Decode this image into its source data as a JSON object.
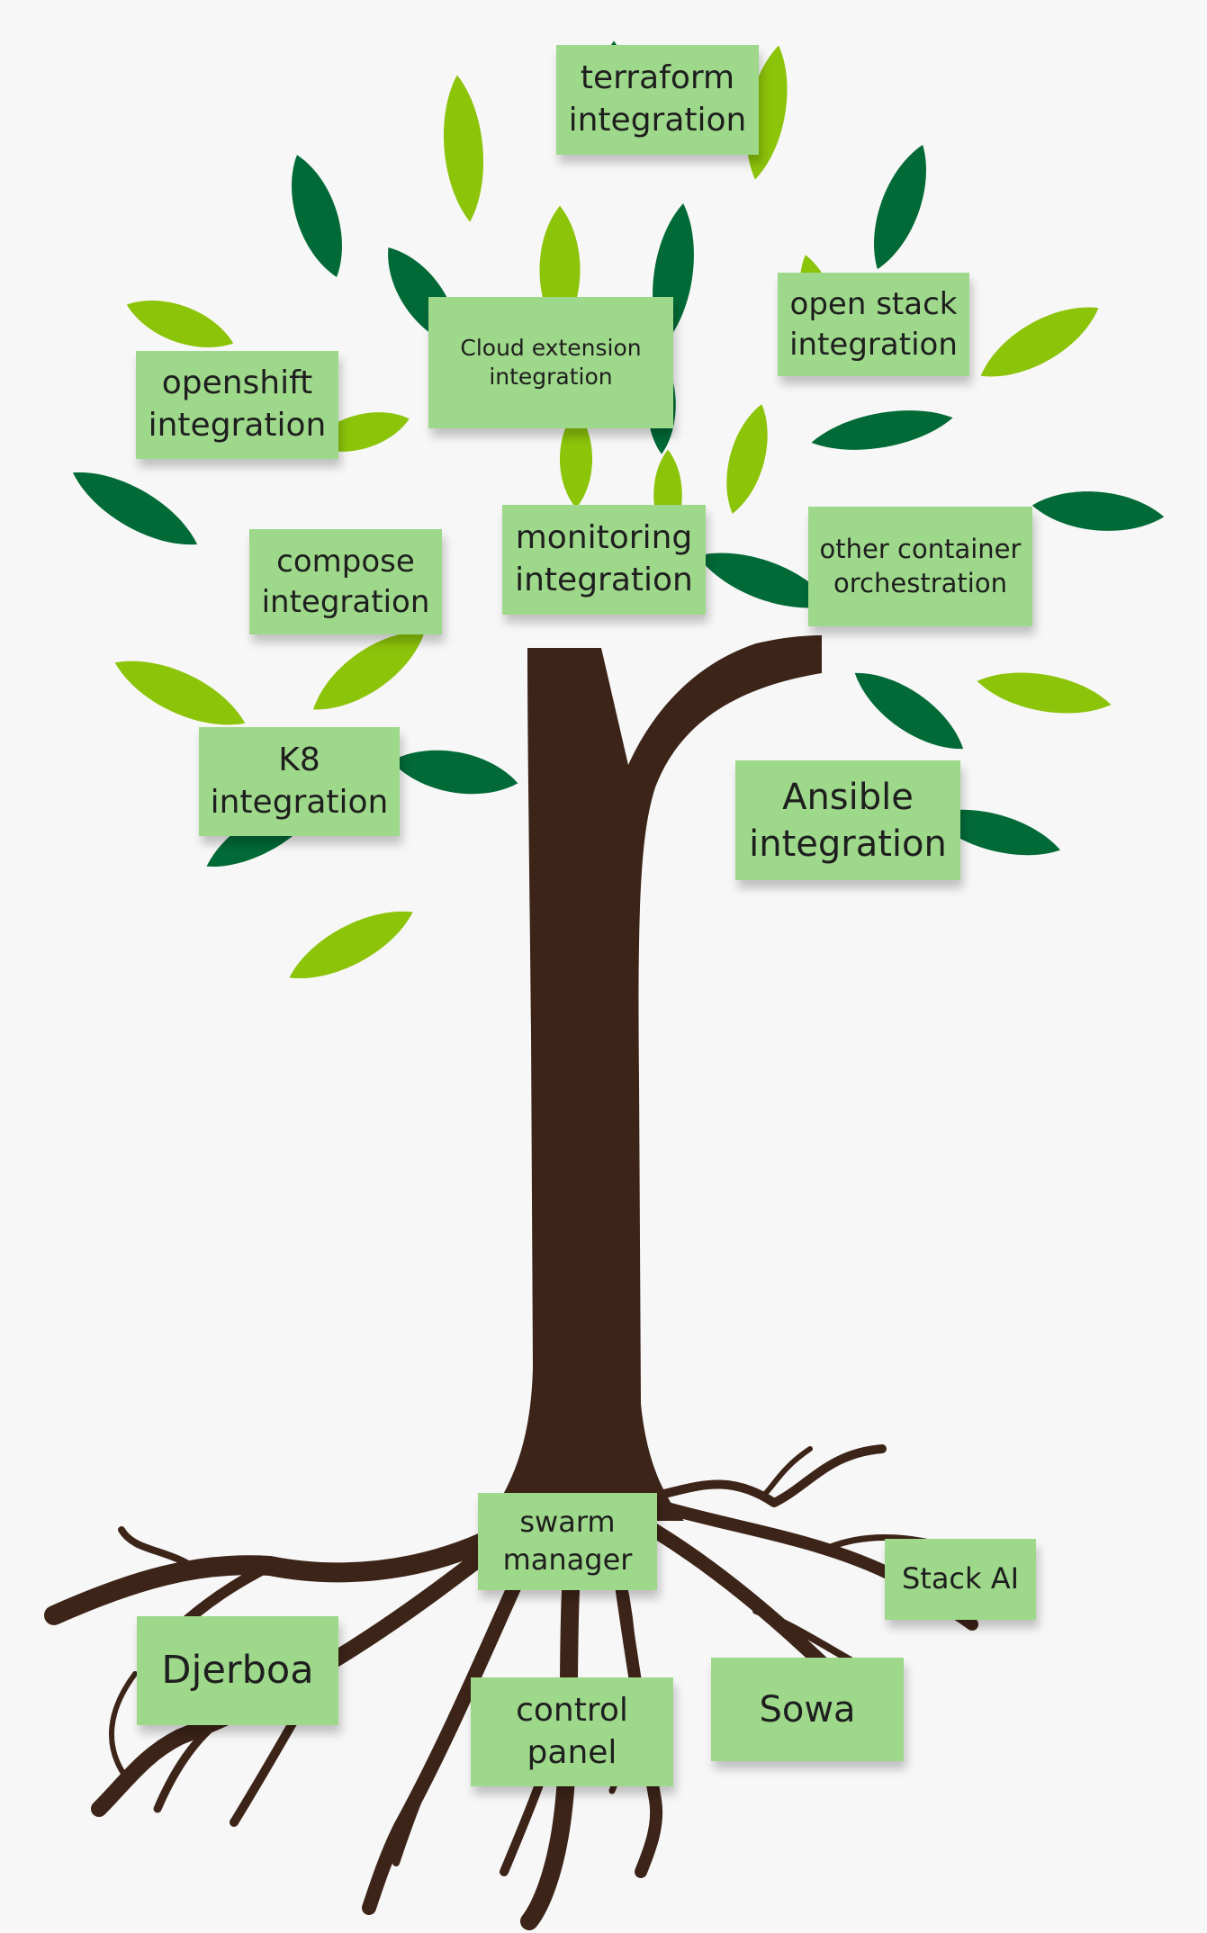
{
  "colors": {
    "background": "#f7f7f7",
    "trunk": "#3c2418",
    "leaf_dark": "#026a37",
    "leaf_light": "#8cc40a",
    "note": "#9ed88a"
  },
  "branch_notes": [
    {
      "id": "terraform",
      "label": "terraform\nintegration"
    },
    {
      "id": "cloud-extension",
      "label": "Cloud extension\nintegration"
    },
    {
      "id": "open-stack",
      "label": "open stack\nintegration"
    },
    {
      "id": "openshift",
      "label": "openshift\nintegration"
    },
    {
      "id": "compose",
      "label": "compose\nintegration"
    },
    {
      "id": "monitoring",
      "label": "monitoring\nintegration"
    },
    {
      "id": "other-container",
      "label": "other container\norchestration"
    },
    {
      "id": "k8",
      "label": "K8\nintegration"
    },
    {
      "id": "ansible",
      "label": "Ansible\nintegration"
    }
  ],
  "root_notes": [
    {
      "id": "swarm-manager",
      "label": "swarm\nmanager"
    },
    {
      "id": "stack-ai",
      "label": "Stack AI"
    },
    {
      "id": "djerboa",
      "label": "Djerboa"
    },
    {
      "id": "control-panel",
      "label": "control\npanel"
    },
    {
      "id": "sowa",
      "label": "Sowa"
    }
  ]
}
